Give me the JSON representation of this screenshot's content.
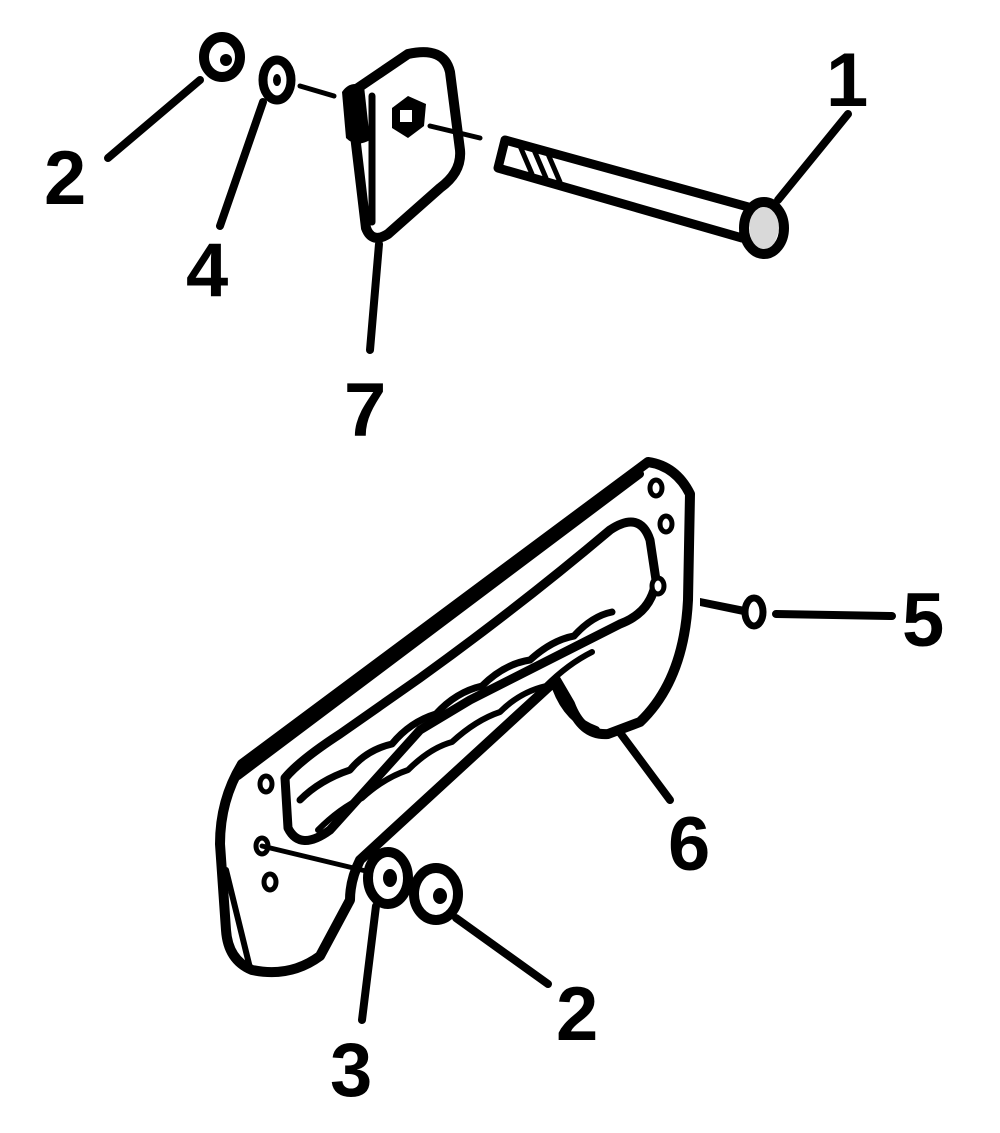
{
  "diagram": {
    "kind": "exploded-parts-view",
    "colors": {
      "ink": "#000000",
      "background": "#ffffff"
    },
    "callouts": [
      {
        "id": "c1",
        "label": "1",
        "part": "bolt"
      },
      {
        "id": "c2a",
        "label": "2",
        "part": "nut"
      },
      {
        "id": "c4",
        "label": "4",
        "part": "washer"
      },
      {
        "id": "c7",
        "label": "7",
        "part": "plate"
      },
      {
        "id": "c5",
        "label": "5",
        "part": "screw"
      },
      {
        "id": "c6",
        "label": "6",
        "part": "bracket"
      },
      {
        "id": "c2b",
        "label": "2",
        "part": "nut"
      },
      {
        "id": "c3",
        "label": "3",
        "part": "washer"
      }
    ]
  }
}
